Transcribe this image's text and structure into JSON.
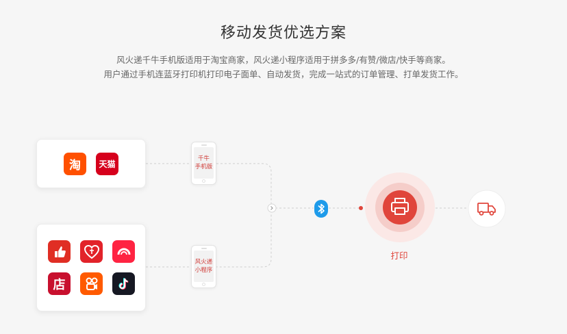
{
  "header": {
    "title": "移动发货优选方案",
    "subtitle_line1": "风火递千牛手机版适用于淘宝商家，风火递小程序适用于拼多多/有赞/微店/快手等商家。",
    "subtitle_line2": "用户通过手机连蓝牙打印机打印电子面单、自动发货，完成一站式的订单管理、打单发货工作。"
  },
  "platforms_top": [
    {
      "icon": "taobao-icon",
      "glyph": "淘",
      "color": "#ff5000"
    },
    {
      "icon": "tmall-icon",
      "glyph": "天猫",
      "color": "#d6001c"
    }
  ],
  "platforms_bottom": [
    {
      "icon": "pinduoduo-icon",
      "color": "#e02e24"
    },
    {
      "icon": "youzan-icon",
      "color": "#e2232a"
    },
    {
      "icon": "xiaohongshu-icon",
      "color": "#ff2442"
    },
    {
      "icon": "weidian-icon",
      "glyph": "店",
      "color": "#c8102e"
    },
    {
      "icon": "kuaishou-icon",
      "color": "#ff5a00"
    },
    {
      "icon": "douyin-icon",
      "color": "#161823"
    }
  ],
  "phones": {
    "qianniu": [
      "千牛",
      "手机版"
    ],
    "miniprogram": [
      "风火递",
      "小程序"
    ]
  },
  "flow": {
    "bluetooth_color": "#1e9bea",
    "print_label": "打印",
    "accent": "#e0453b"
  }
}
